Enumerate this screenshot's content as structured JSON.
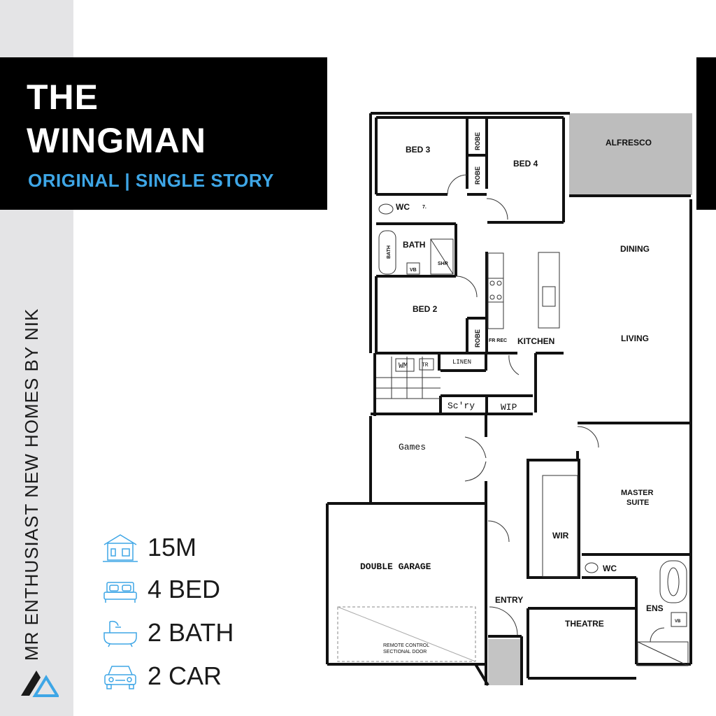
{
  "brand": {
    "title_line1": "THE",
    "title_line2": "WINGMAN",
    "subtitle": "ORIGINAL | SINGLE STORY",
    "vertical_text": "MR ENTHUSIAST NEW HOMES BY NIK",
    "accent_color": "#3ea6e6"
  },
  "specs": [
    {
      "icon": "house-frontage-icon",
      "value": "15M"
    },
    {
      "icon": "bed-icon",
      "value": "4 BED"
    },
    {
      "icon": "bathtub-icon",
      "value": "2 BATH"
    },
    {
      "icon": "car-icon",
      "value": "2 CAR"
    }
  ],
  "rooms": {
    "bed3": "BED 3",
    "bed4": "BED 4",
    "alfresco": "ALFRESCO",
    "robe1": "ROBE",
    "robe2": "ROBE",
    "robe3": "ROBE",
    "wc1": "WC",
    "bath": "BATH",
    "bath_tub": "BATH",
    "vb1": "VB",
    "shr1": "SHR",
    "dining": "DINING",
    "bed2": "BED 2",
    "fr_rec": "FR REC",
    "kitchen": "KITCHEN",
    "living": "LIVING",
    "wm": "WM",
    "tr": "TR",
    "linen": "LINEN",
    "scullery": "Sc'ry",
    "wip": "WIP",
    "games": "Games",
    "master_line1": "MASTER",
    "master_line2": "SUITE",
    "wir": "WIR",
    "wc2": "WC",
    "double_garage": "DOUBLE GARAGE",
    "entry": "ENTRY",
    "theatre": "THEATRE",
    "ens": "ENS",
    "vb2": "VB",
    "garage_door_line1": "REMOTE CONTROL",
    "garage_door_line2": "SECTIONAL DOOR",
    "seven": "7."
  }
}
